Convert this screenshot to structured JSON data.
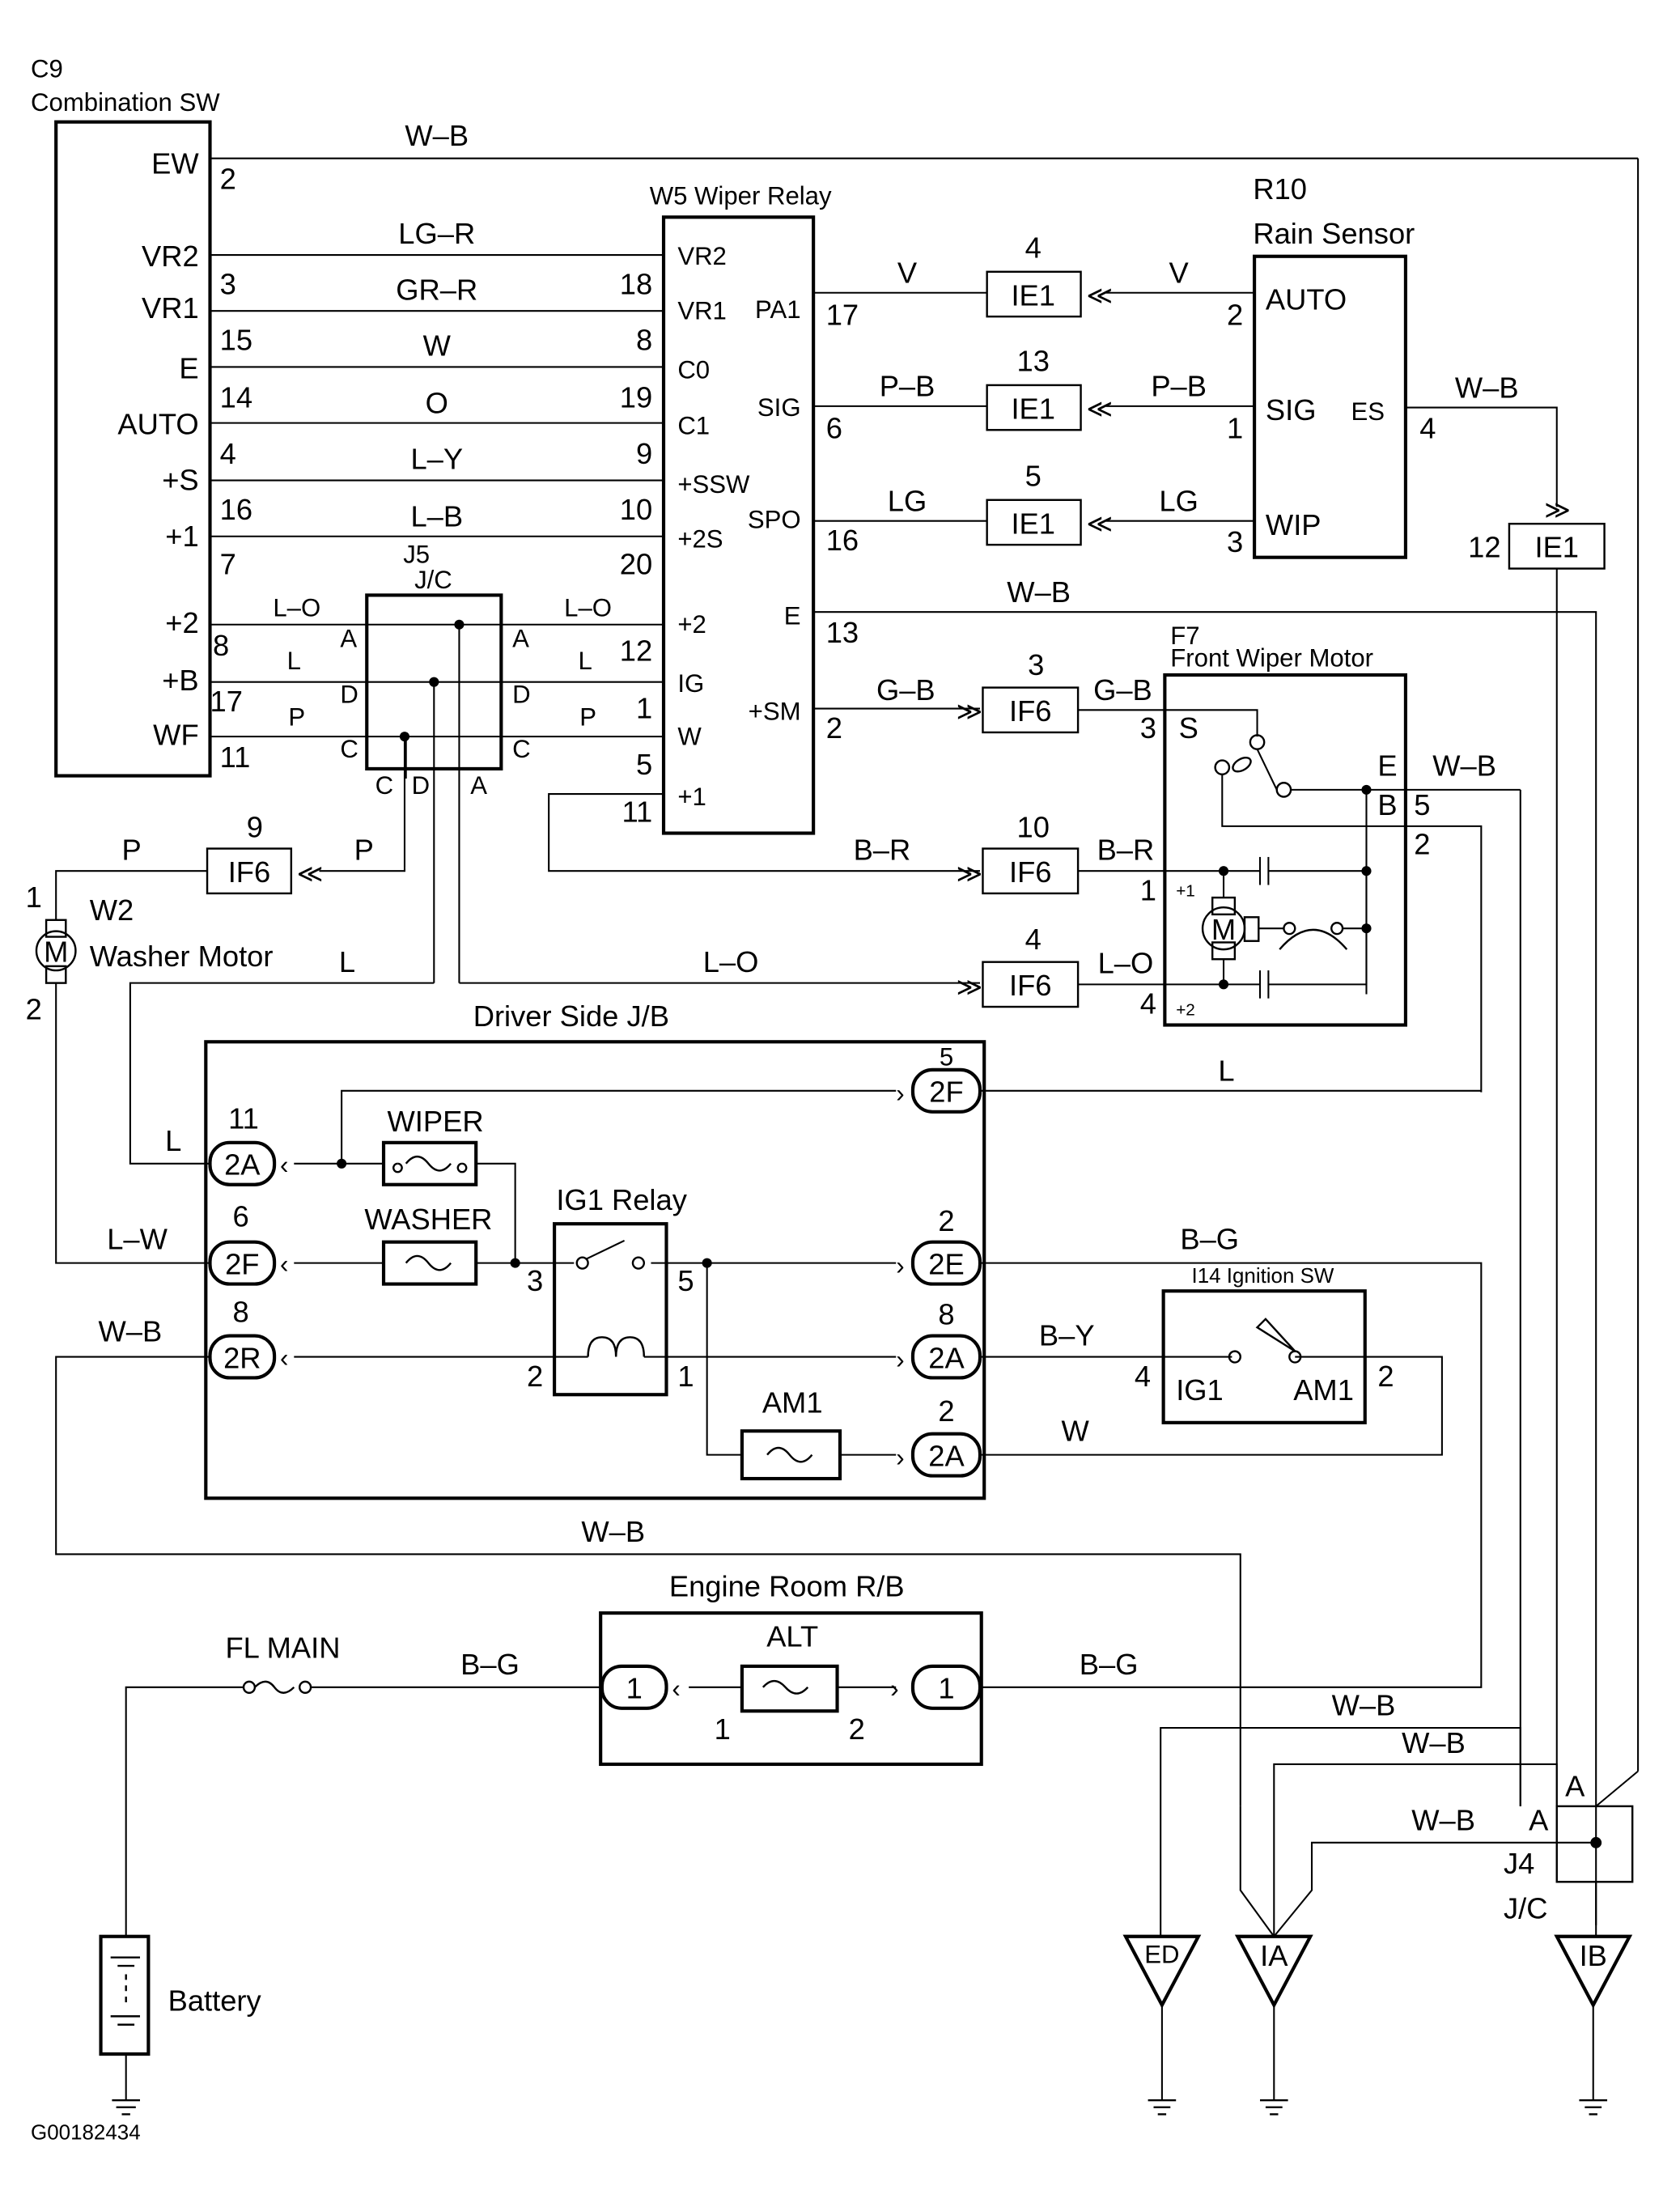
{
  "diagram_code": "G00182434",
  "combination_switch": {
    "id": "C9",
    "name": "Combination SW",
    "terminals": [
      {
        "label": "EW",
        "pin": "2",
        "wire": "W–B"
      },
      {
        "label": "VR2",
        "pin": "3",
        "wire": "LG–R"
      },
      {
        "label": "VR1",
        "pin": "15",
        "wire": "GR–R"
      },
      {
        "label": "E",
        "pin": "14",
        "wire": "W"
      },
      {
        "label": "AUTO",
        "pin": "4",
        "wire": "O"
      },
      {
        "label": "+S",
        "pin": "16",
        "wire": "L–Y"
      },
      {
        "label": "+1",
        "pin": "7",
        "wire": "L–B"
      },
      {
        "label": "+2",
        "pin": "8",
        "wire": "L–O"
      },
      {
        "label": "+B",
        "pin": "17",
        "wire": "L"
      },
      {
        "label": "WF",
        "pin": "11",
        "wire": "P"
      }
    ]
  },
  "junction_j5": {
    "id": "J5",
    "name": "J/C",
    "left_pins": [
      "A",
      "D",
      "C"
    ],
    "right_pins": [
      "A",
      "D",
      "C"
    ],
    "bottom_pins": [
      "C",
      "D",
      "A"
    ],
    "right_wires": [
      "L–O",
      "L",
      "P"
    ]
  },
  "wiper_relay": {
    "id": "W5",
    "name": "W5 Wiper Relay",
    "left_terminals": [
      {
        "label": "VR2",
        "pin": "18"
      },
      {
        "label": "VR1",
        "pin": "8"
      },
      {
        "label": "C0",
        "pin": "19"
      },
      {
        "label": "C1",
        "pin": "9"
      },
      {
        "label": "+SSW",
        "pin": "10"
      },
      {
        "label": "+2S",
        "pin": "20"
      },
      {
        "label": "+2",
        "pin": "12"
      },
      {
        "label": "IG",
        "pin": "1"
      },
      {
        "label": "W",
        "pin": "5"
      },
      {
        "label": "+1",
        "pin": "11"
      }
    ],
    "right_terminals": [
      {
        "label": "PA1",
        "pin": "17",
        "wire": "V"
      },
      {
        "label": "SIG",
        "pin": "6",
        "wire": "P–B"
      },
      {
        "label": "SPO",
        "pin": "16",
        "wire": "LG"
      },
      {
        "label": "E",
        "pin": "13",
        "wire": "W–B"
      },
      {
        "label": "+SM",
        "pin": "2",
        "wire": "G–B"
      }
    ]
  },
  "rain_sensor": {
    "id": "R10",
    "name": "Rain Sensor",
    "terminals": [
      {
        "label": "AUTO",
        "pin": "2",
        "wire": "V",
        "connector": "IE1",
        "connector_pin": "4"
      },
      {
        "label": "SIG",
        "pin": "1",
        "wire": "P–B",
        "connector": "IE1",
        "connector_pin": "13"
      },
      {
        "label": "WIP",
        "pin": "3",
        "wire": "LG",
        "connector": "IE1",
        "connector_pin": "5"
      }
    ],
    "es": {
      "label": "ES",
      "pin": "4",
      "wire": "W–B",
      "connector": "IE1",
      "connector_pin": "12"
    }
  },
  "front_wiper_motor": {
    "id": "F7",
    "name": "Front Wiper Motor",
    "terminals": [
      {
        "label": "S",
        "pin": "3",
        "wire": "G–B",
        "connector": "IF6",
        "connector_pin": "3"
      },
      {
        "label": "+1",
        "pin": "1",
        "wire": "B–R",
        "connector": "IF6",
        "connector_pin": "10"
      },
      {
        "label": "+2",
        "pin": "4",
        "wire": "L–O",
        "connector": "IF6",
        "connector_pin": "4"
      },
      {
        "label": "E",
        "pin": "5",
        "wire": "W–B"
      },
      {
        "label": "B",
        "pin": "2",
        "wire": "L"
      }
    ],
    "motor_symbol": "M"
  },
  "washer_motor": {
    "id": "W2",
    "name": "Washer Motor",
    "motor_symbol": "M",
    "pin_top": "1",
    "pin_bottom": "2",
    "wire_top": "P",
    "connector": "IF6",
    "connector_pin": "9",
    "wire_in": "P",
    "wire_l": "L"
  },
  "driver_side_jb": {
    "name": "Driver Side J/B",
    "left_connectors": [
      {
        "pin": "11",
        "code": "2A",
        "wire": "L"
      },
      {
        "pin": "6",
        "code": "2F",
        "wire": "L–W"
      },
      {
        "pin": "8",
        "code": "2R",
        "wire": "W–B"
      }
    ],
    "right_connectors": [
      {
        "pin": "5",
        "code": "2F",
        "wire": "L"
      },
      {
        "pin": "2",
        "code": "2E",
        "wire": "B–G"
      },
      {
        "pin": "8",
        "code": "2A",
        "wire": "B–Y"
      },
      {
        "pin": "2",
        "code": "2A",
        "wire": "W"
      }
    ],
    "fuses": [
      "WIPER",
      "WASHER",
      "AM1"
    ],
    "relay": {
      "name": "IG1 Relay",
      "pins": [
        "3",
        "5",
        "2",
        "1"
      ]
    }
  },
  "ignition_switch": {
    "id": "I14",
    "name": "I14 Ignition SW",
    "terminals": [
      {
        "label": "IG1",
        "pin": "4"
      },
      {
        "label": "AM1",
        "pin": "2"
      }
    ]
  },
  "engine_room_rb": {
    "name": "Engine Room R/B",
    "fuse": "ALT",
    "left_connector": "1",
    "right_connector": "1",
    "fuse_pins": [
      "1",
      "2"
    ]
  },
  "fl_main": {
    "name": "FL MAIN",
    "wire": "B–G"
  },
  "battery": {
    "name": "Battery"
  },
  "junction_j4": {
    "id": "J4",
    "name": "J/C",
    "pins": [
      "A",
      "A"
    ]
  },
  "grounds": [
    "ED",
    "IA",
    "IB"
  ],
  "wire_labels": {
    "wb_top": "W–B",
    "wb_relay_e": "W–B",
    "wb_motor_e": "W–B",
    "wb_bottom": "W–B",
    "wb_g1": "W–B",
    "wb_g2": "W–B",
    "wb_j4": "W–B",
    "bg_alt": "B–G",
    "bg_2e": "B–G",
    "br_left": "B–R",
    "br_right": "B–R",
    "lo_left": "L–O",
    "lo_right": "L–O",
    "l_jb": "L",
    "gb_right": "G–B",
    "v_right": "V",
    "pb_right": "P–B",
    "lg_right": "LG"
  }
}
